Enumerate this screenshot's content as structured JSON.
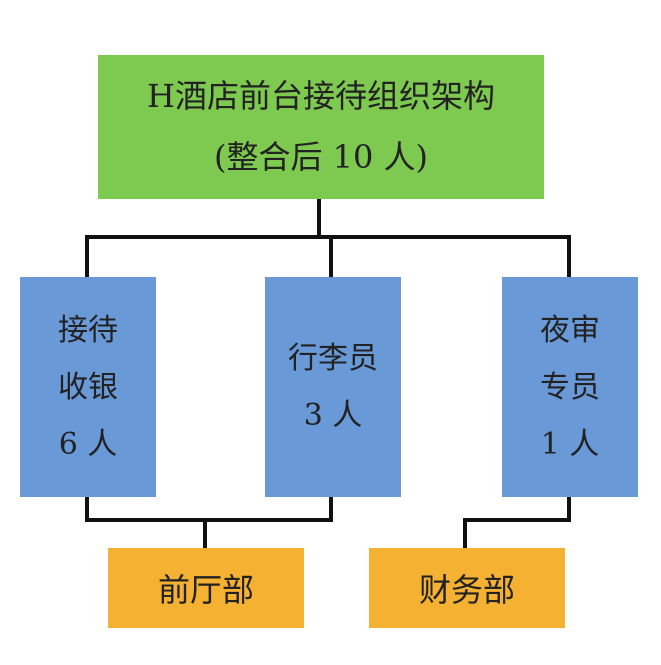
{
  "diagram": {
    "root": {
      "line1": "H酒店前台接待组织架构",
      "line2": "(整合后 10 人)"
    },
    "roles": [
      {
        "line1": "接待",
        "line2": "收银",
        "line3": "6 人"
      },
      {
        "line1": "行李员",
        "line2": "3 人"
      },
      {
        "line1": "夜审",
        "line2": "专员",
        "line3": "1 人"
      }
    ],
    "departments": [
      {
        "label": "前厅部"
      },
      {
        "label": "财务部"
      }
    ],
    "colors": {
      "root": "#7ec94f",
      "role": "#6a99d8",
      "department": "#f5b132",
      "connector": "#111111"
    }
  }
}
